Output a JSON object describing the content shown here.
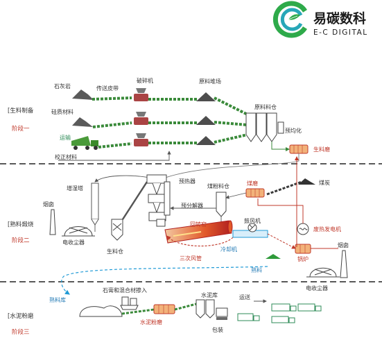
{
  "brand": {
    "name_cn": "易碳数科",
    "name_en": "E-C DIGITAL",
    "colors": {
      "green": "#2eaa4a",
      "teal": "#27a7b8",
      "dark": "#1a1a1a"
    }
  },
  "stages": [
    {
      "bracket": "[生料制备",
      "phase": "阶段一"
    },
    {
      "bracket": "[熟料煅烧",
      "phase": "阶段二"
    },
    {
      "bracket": "[水泥粉磨",
      "phase": "阶段三"
    }
  ],
  "labels": {
    "limestone": "石灰岩",
    "belt_conveyor": "传送皮带",
    "crusher": "破碎机",
    "raw_material_yard": "原料堆场",
    "silicon_material": "硅质材料",
    "raw_material_silo": "原料料仓",
    "transport": "运输",
    "pre_homogenization": "预均化",
    "correction_material": "校正材料",
    "raw_mill": "生料磨",
    "humidifying_tower": "增湿塔",
    "preheater": "预热器",
    "coal_powder_silo": "煤粉料仓",
    "coal_mill": "煤磨",
    "raw_coal": "煤炭",
    "chimney_left": "烟囱",
    "precalciner": "预分解器",
    "fan": "鼓风机",
    "waste_heat_power": "废热发电机",
    "chimney_right": "烟囱",
    "rotary_kiln": "回转窑",
    "electrostatic_precipitator_left": "电收尘器",
    "raw_meal_silo": "生料仓",
    "tertiary_air_duct": "三次风管",
    "cooler": "冷却机",
    "boiler": "锅炉",
    "clinker": "熟料",
    "electrostatic_precipitator_right": "电收尘器",
    "gypsum_admixture": "石膏和混合材掺入",
    "cement_silo": "水泥库",
    "clinker_store": "熟料库",
    "dispatch": "运送",
    "cement_mill": "水泥粉磨",
    "packaging": "包装"
  }
}
